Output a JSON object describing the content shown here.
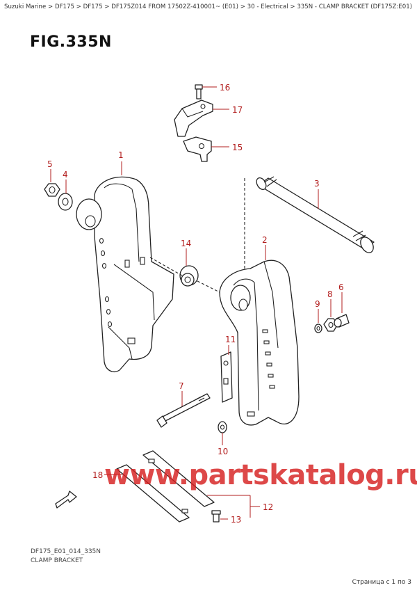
{
  "breadcrumb": "Suzuki Marine > DF175 > DF175 > DF175Z014 FROM 17502Z-410001~ (E01) > 30 - Electrical > 335N - CLAMP BRACKET (DF175Z:E01)",
  "figure_title": "FIG.335N",
  "figure_code": "DF175_E01_014_335N",
  "figure_name": "CLAMP BRACKET",
  "pager": "Страница с 1 по 3",
  "watermark": "www.partskatalog.ru",
  "callouts": {
    "c1": "1",
    "c2": "2",
    "c3": "3",
    "c4": "4",
    "c5": "5",
    "c6": "6",
    "c7": "7",
    "c8": "8",
    "c9": "9",
    "c10": "10",
    "c11": "11",
    "c12": "12",
    "c13": "13",
    "c14": "14",
    "c15": "15",
    "c16": "16",
    "c17": "17",
    "c18": "18"
  },
  "colors": {
    "callout": "#b21d1d",
    "watermark": "#d62020",
    "line": "#222222"
  },
  "icons": {
    "fwd_arrow": "fwd-arrow-icon"
  }
}
